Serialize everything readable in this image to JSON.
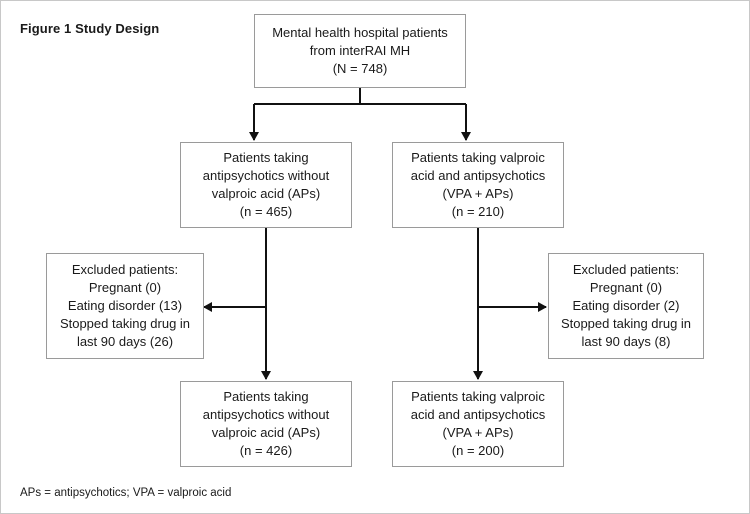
{
  "figure": {
    "title": "Figure 1  Study Design",
    "footnote": "APs = antipsychotics; VPA = valproic acid"
  },
  "boxes": {
    "top": [
      "Mental health hospital patients",
      "from interRAI MH",
      "(N = 748)"
    ],
    "left_mid": [
      "Patients taking",
      "antipsychotics without",
      "valproic acid (APs)",
      "(n = 465)"
    ],
    "right_mid": [
      "Patients taking valproic",
      "acid and antipsychotics",
      "(VPA + APs)",
      "(n = 210)"
    ],
    "excluded_left": [
      "Excluded patients:",
      "Pregnant (0)",
      "Eating disorder (13)",
      "Stopped taking drug in",
      "last 90 days (26)"
    ],
    "excluded_right": [
      "Excluded patients:",
      "Pregnant (0)",
      "Eating disorder (2)",
      "Stopped taking drug in",
      "last 90 days (8)"
    ],
    "left_bottom": [
      "Patients taking",
      "antipsychotics without",
      "valproic acid (APs)",
      "(n = 426)"
    ],
    "right_bottom": [
      "Patients taking valproic",
      "acid and antipsychotics",
      "(VPA + APs)",
      "(n = 200)"
    ]
  }
}
